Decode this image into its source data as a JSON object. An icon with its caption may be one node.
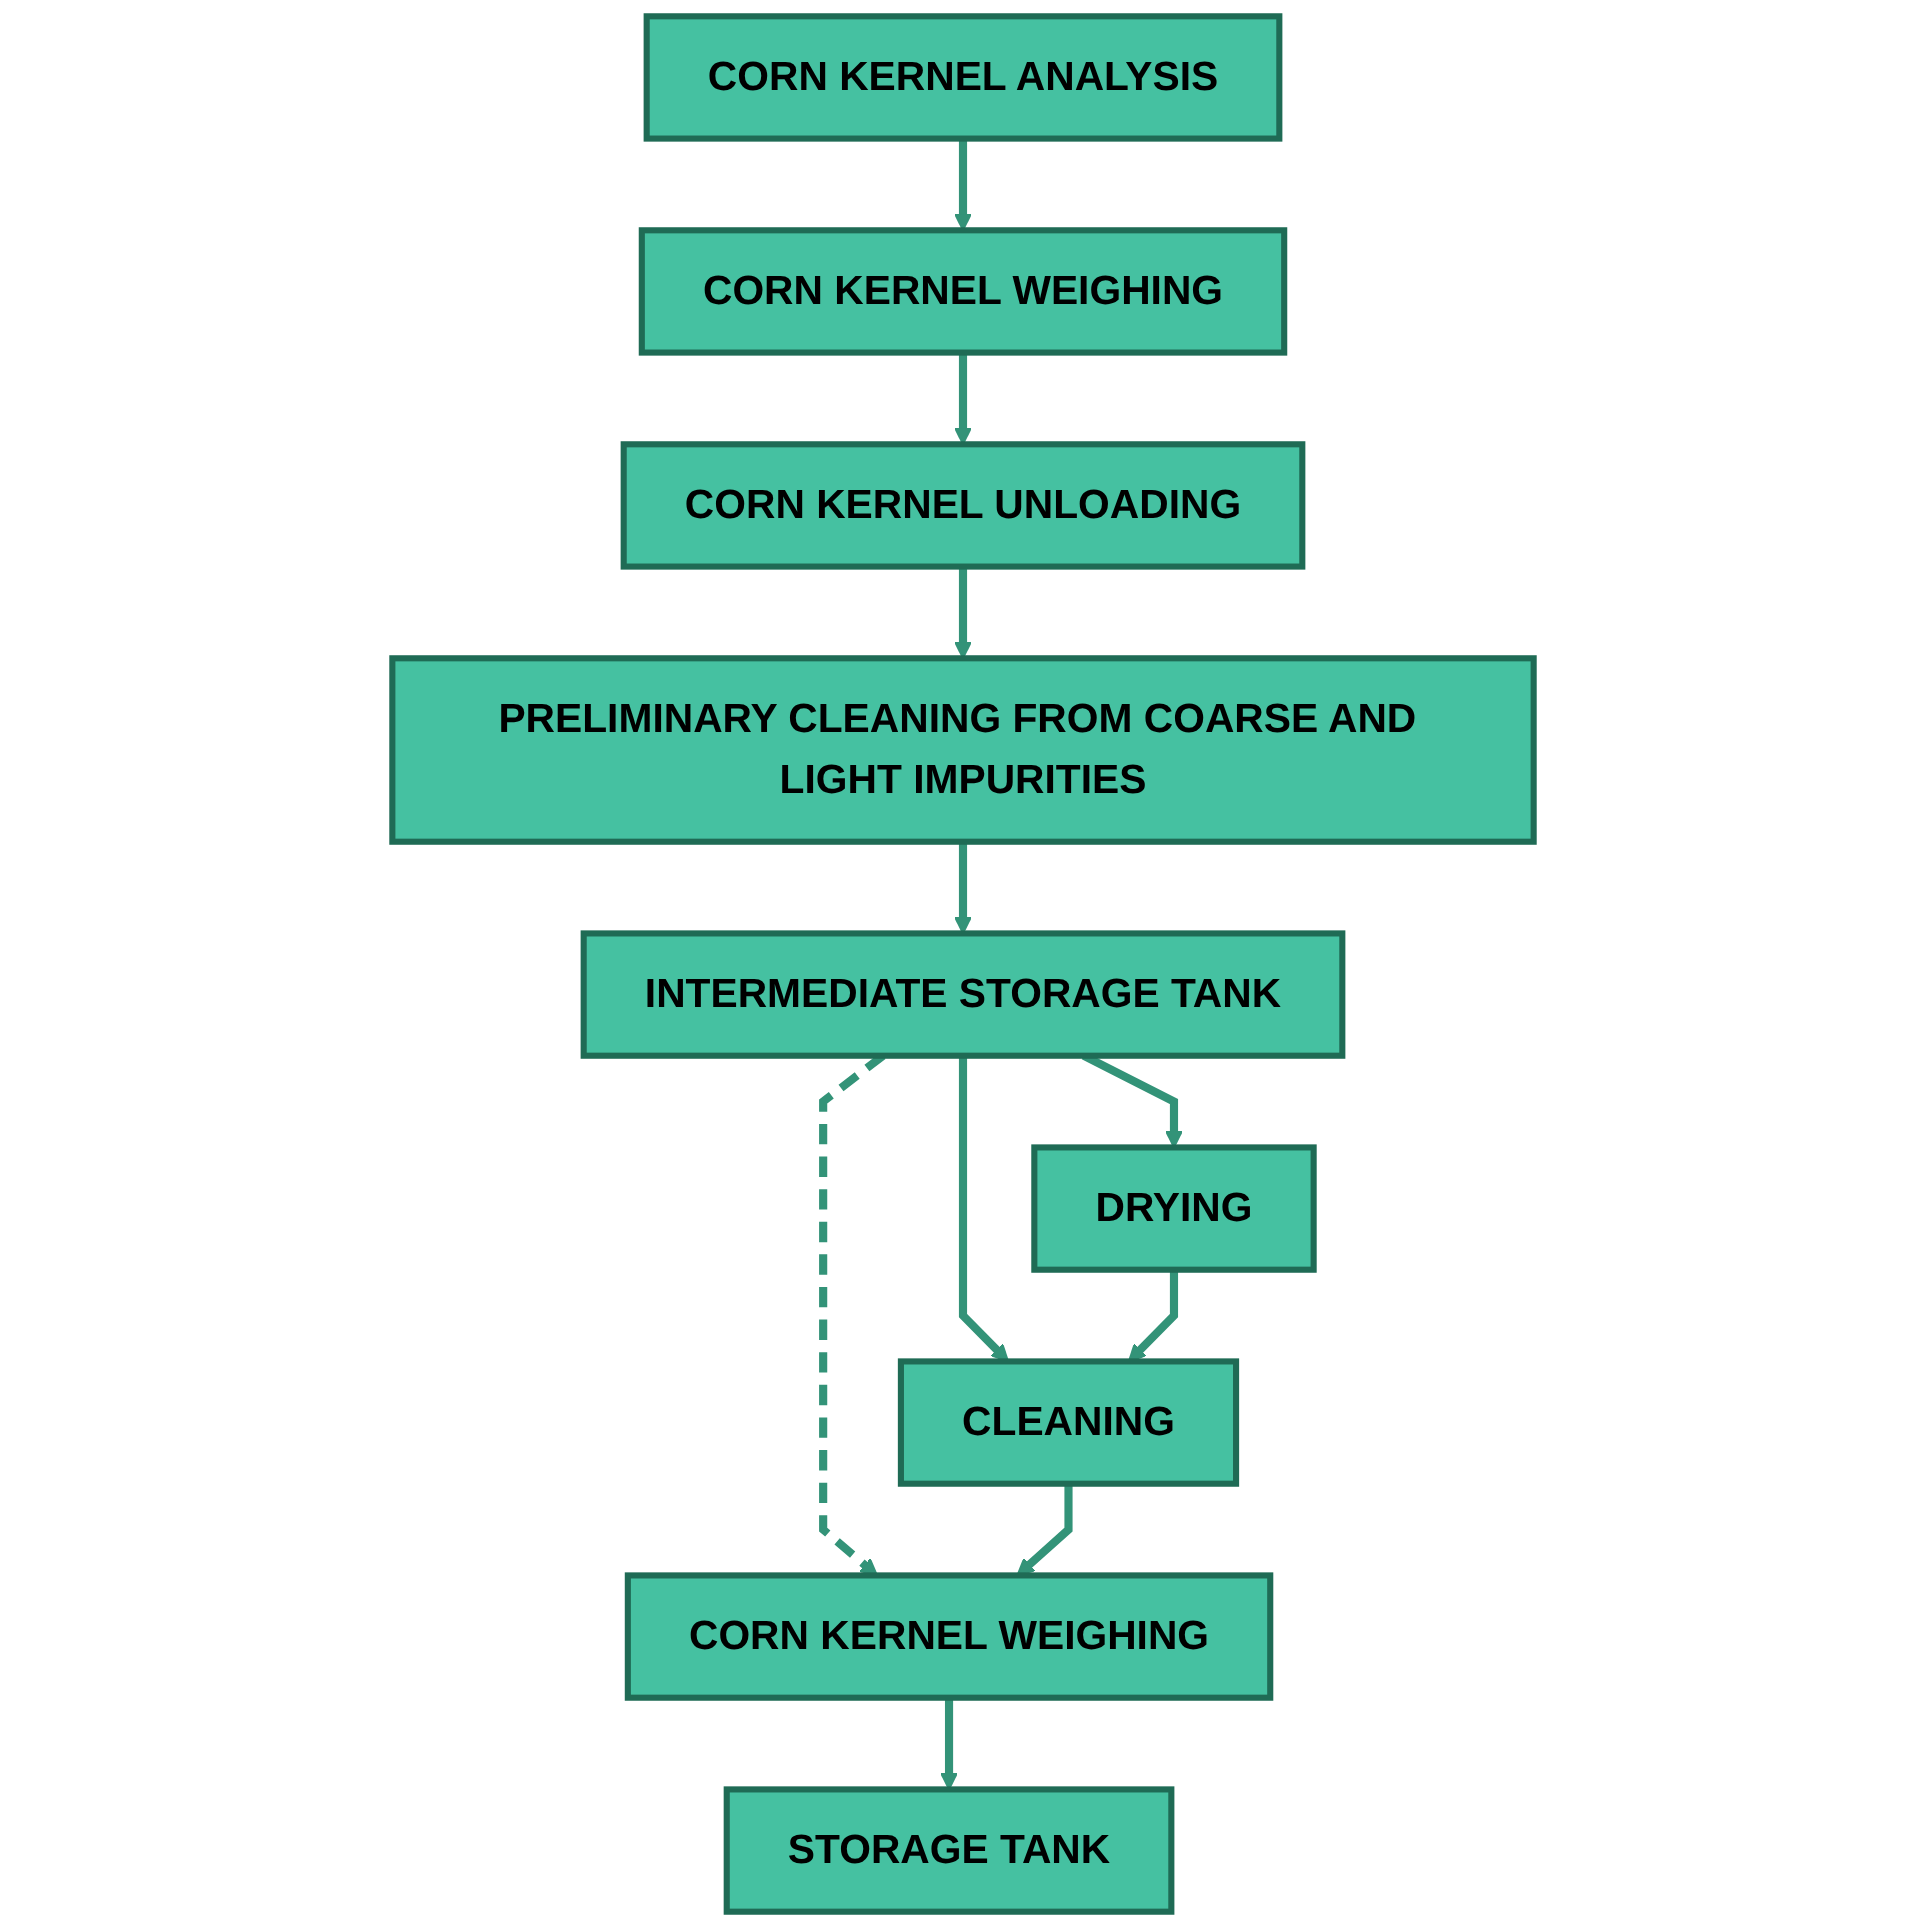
{
  "diagram": {
    "nodes": [
      {
        "text": [
          "CORN KERNEL ANALYSIS"
        ]
      },
      {
        "text": [
          "CORN KERNEL WEIGHING"
        ]
      },
      {
        "text": [
          "CORN KERNEL UNLOADING"
        ]
      },
      {
        "text": [
          "PRELIMINARY CLEANING FROM COARSE AND LIGHT IMPURITIES"
        ]
      },
      {
        "text": [
          "INTERMEDIATE STORAGE TANK"
        ]
      },
      {
        "text": [
          "DRYING"
        ]
      },
      {
        "text": [
          "CLEANING"
        ]
      },
      {
        "text": [
          "CORN KERNEL WEIGHING"
        ]
      },
      {
        "text": [
          "STORAGE TANK"
        ]
      }
    ],
    "edges": [
      {
        "from": 0,
        "to": 1,
        "arrow": "to"
      },
      {
        "from": 1,
        "to": 2,
        "arrow": "to"
      },
      {
        "from": 2,
        "to": 3,
        "arrow": "to"
      },
      {
        "from": 3,
        "to": 4,
        "arrow": "to"
      },
      {
        "from": 4,
        "to": 5,
        "arrow": "to"
      },
      {
        "from": 4,
        "to": 6,
        "arrow": "to"
      },
      {
        "from": 5,
        "to": 6,
        "arrow": "to"
      },
      {
        "from": 4,
        "to": 7,
        "arrow": "to",
        "style": "dashed"
      },
      {
        "from": 6,
        "to": 7,
        "arrow": "to"
      },
      {
        "from": 7,
        "to": 8,
        "arrow": "to"
      }
    ]
  }
}
